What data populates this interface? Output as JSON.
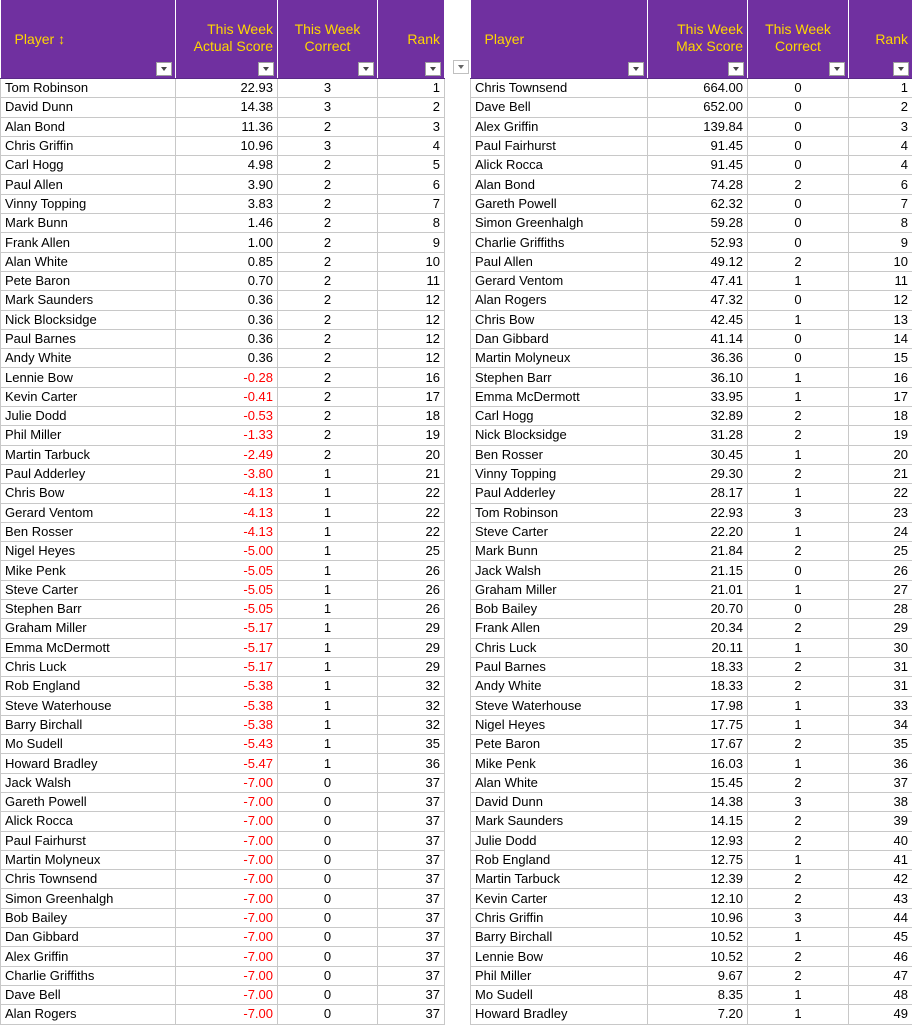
{
  "left_table": {
    "headers": {
      "player": "Player ↕",
      "score_line1": "This Week",
      "score_line2": "Actual Score",
      "correct_line1": "This Week",
      "correct_line2": "Correct",
      "rank": "Rank"
    },
    "rows": [
      [
        "Tom Robinson",
        "22.93",
        "3",
        "1"
      ],
      [
        "David Dunn",
        "14.38",
        "3",
        "2"
      ],
      [
        "Alan Bond",
        "11.36",
        "2",
        "3"
      ],
      [
        "Chris Griffin",
        "10.96",
        "3",
        "4"
      ],
      [
        "Carl Hogg",
        "4.98",
        "2",
        "5"
      ],
      [
        "Paul Allen",
        "3.90",
        "2",
        "6"
      ],
      [
        "Vinny Topping",
        "3.83",
        "2",
        "7"
      ],
      [
        "Mark Bunn",
        "1.46",
        "2",
        "8"
      ],
      [
        "Frank Allen",
        "1.00",
        "2",
        "9"
      ],
      [
        "Alan White",
        "0.85",
        "2",
        "10"
      ],
      [
        "Pete Baron",
        "0.70",
        "2",
        "11"
      ],
      [
        "Mark Saunders",
        "0.36",
        "2",
        "12"
      ],
      [
        "Nick Blocksidge",
        "0.36",
        "2",
        "12"
      ],
      [
        "Paul Barnes",
        "0.36",
        "2",
        "12"
      ],
      [
        "Andy White",
        "0.36",
        "2",
        "12"
      ],
      [
        "Lennie Bow",
        "-0.28",
        "2",
        "16"
      ],
      [
        "Kevin Carter",
        "-0.41",
        "2",
        "17"
      ],
      [
        "Julie Dodd",
        "-0.53",
        "2",
        "18"
      ],
      [
        "Phil Miller",
        "-1.33",
        "2",
        "19"
      ],
      [
        "Martin Tarbuck",
        "-2.49",
        "2",
        "20"
      ],
      [
        "Paul Adderley",
        "-3.80",
        "1",
        "21"
      ],
      [
        "Chris Bow",
        "-4.13",
        "1",
        "22"
      ],
      [
        "Gerard Ventom",
        "-4.13",
        "1",
        "22"
      ],
      [
        "Ben Rosser",
        "-4.13",
        "1",
        "22"
      ],
      [
        "Nigel Heyes",
        "-5.00",
        "1",
        "25"
      ],
      [
        "Mike Penk",
        "-5.05",
        "1",
        "26"
      ],
      [
        "Steve Carter",
        "-5.05",
        "1",
        "26"
      ],
      [
        "Stephen Barr",
        "-5.05",
        "1",
        "26"
      ],
      [
        "Graham Miller",
        "-5.17",
        "1",
        "29"
      ],
      [
        "Emma McDermott",
        "-5.17",
        "1",
        "29"
      ],
      [
        "Chris Luck",
        "-5.17",
        "1",
        "29"
      ],
      [
        "Rob England",
        "-5.38",
        "1",
        "32"
      ],
      [
        "Steve Waterhouse",
        "-5.38",
        "1",
        "32"
      ],
      [
        "Barry Birchall",
        "-5.38",
        "1",
        "32"
      ],
      [
        "Mo Sudell",
        "-5.43",
        "1",
        "35"
      ],
      [
        "Howard Bradley",
        "-5.47",
        "1",
        "36"
      ],
      [
        "Jack Walsh",
        "-7.00",
        "0",
        "37"
      ],
      [
        "Gareth Powell",
        "-7.00",
        "0",
        "37"
      ],
      [
        "Alick Rocca",
        "-7.00",
        "0",
        "37"
      ],
      [
        "Paul Fairhurst",
        "-7.00",
        "0",
        "37"
      ],
      [
        "Martin Molyneux",
        "-7.00",
        "0",
        "37"
      ],
      [
        "Chris Townsend",
        "-7.00",
        "0",
        "37"
      ],
      [
        "Simon Greenhalgh",
        "-7.00",
        "0",
        "37"
      ],
      [
        "Bob Bailey",
        "-7.00",
        "0",
        "37"
      ],
      [
        "Dan Gibbard",
        "-7.00",
        "0",
        "37"
      ],
      [
        "Alex Griffin",
        "-7.00",
        "0",
        "37"
      ],
      [
        "Charlie Griffiths",
        "-7.00",
        "0",
        "37"
      ],
      [
        "Dave Bell",
        "-7.00",
        "0",
        "37"
      ],
      [
        "Alan Rogers",
        "-7.00",
        "0",
        "37"
      ]
    ]
  },
  "right_table": {
    "headers": {
      "player": "Player",
      "score_line1": "This Week",
      "score_line2": "Max Score",
      "correct_line1": "This Week",
      "correct_line2": "Correct",
      "rank": "Rank"
    },
    "rows": [
      [
        "Chris Townsend",
        "664.00",
        "0",
        "1"
      ],
      [
        "Dave Bell",
        "652.00",
        "0",
        "2"
      ],
      [
        "Alex Griffin",
        "139.84",
        "0",
        "3"
      ],
      [
        "Paul Fairhurst",
        "91.45",
        "0",
        "4"
      ],
      [
        "Alick Rocca",
        "91.45",
        "0",
        "4"
      ],
      [
        "Alan Bond",
        "74.28",
        "2",
        "6"
      ],
      [
        "Gareth Powell",
        "62.32",
        "0",
        "7"
      ],
      [
        "Simon Greenhalgh",
        "59.28",
        "0",
        "8"
      ],
      [
        "Charlie Griffiths",
        "52.93",
        "0",
        "9"
      ],
      [
        "Paul Allen",
        "49.12",
        "2",
        "10"
      ],
      [
        "Gerard Ventom",
        "47.41",
        "1",
        "11"
      ],
      [
        "Alan Rogers",
        "47.32",
        "0",
        "12"
      ],
      [
        "Chris Bow",
        "42.45",
        "1",
        "13"
      ],
      [
        "Dan Gibbard",
        "41.14",
        "0",
        "14"
      ],
      [
        "Martin Molyneux",
        "36.36",
        "0",
        "15"
      ],
      [
        "Stephen Barr",
        "36.10",
        "1",
        "16"
      ],
      [
        "Emma McDermott",
        "33.95",
        "1",
        "17"
      ],
      [
        "Carl Hogg",
        "32.89",
        "2",
        "18"
      ],
      [
        "Nick Blocksidge",
        "31.28",
        "2",
        "19"
      ],
      [
        "Ben Rosser",
        "30.45",
        "1",
        "20"
      ],
      [
        "Vinny Topping",
        "29.30",
        "2",
        "21"
      ],
      [
        "Paul Adderley",
        "28.17",
        "1",
        "22"
      ],
      [
        "Tom Robinson",
        "22.93",
        "3",
        "23"
      ],
      [
        "Steve Carter",
        "22.20",
        "1",
        "24"
      ],
      [
        "Mark Bunn",
        "21.84",
        "2",
        "25"
      ],
      [
        "Jack Walsh",
        "21.15",
        "0",
        "26"
      ],
      [
        "Graham Miller",
        "21.01",
        "1",
        "27"
      ],
      [
        "Bob Bailey",
        "20.70",
        "0",
        "28"
      ],
      [
        "Frank Allen",
        "20.34",
        "2",
        "29"
      ],
      [
        "Chris Luck",
        "20.11",
        "1",
        "30"
      ],
      [
        "Paul Barnes",
        "18.33",
        "2",
        "31"
      ],
      [
        "Andy White",
        "18.33",
        "2",
        "31"
      ],
      [
        "Steve Waterhouse",
        "17.98",
        "1",
        "33"
      ],
      [
        "Nigel Heyes",
        "17.75",
        "1",
        "34"
      ],
      [
        "Pete Baron",
        "17.67",
        "2",
        "35"
      ],
      [
        "Mike Penk",
        "16.03",
        "1",
        "36"
      ],
      [
        "Alan White",
        "15.45",
        "2",
        "37"
      ],
      [
        "David Dunn",
        "14.38",
        "3",
        "38"
      ],
      [
        "Mark Saunders",
        "14.15",
        "2",
        "39"
      ],
      [
        "Julie Dodd",
        "12.93",
        "2",
        "40"
      ],
      [
        "Rob England",
        "12.75",
        "1",
        "41"
      ],
      [
        "Martin Tarbuck",
        "12.39",
        "2",
        "42"
      ],
      [
        "Kevin Carter",
        "12.10",
        "2",
        "43"
      ],
      [
        "Chris Griffin",
        "10.96",
        "3",
        "44"
      ],
      [
        "Barry Birchall",
        "10.52",
        "1",
        "45"
      ],
      [
        "Lennie Bow",
        "10.52",
        "2",
        "46"
      ],
      [
        "Phil Miller",
        "9.67",
        "2",
        "47"
      ],
      [
        "Mo Sudell",
        "8.35",
        "1",
        "48"
      ],
      [
        "Howard Bradley",
        "7.20",
        "1",
        "49"
      ]
    ]
  },
  "colors": {
    "header_bg": "#7030a0",
    "header_text": "#ffd700",
    "negative_text": "#ff0000"
  }
}
